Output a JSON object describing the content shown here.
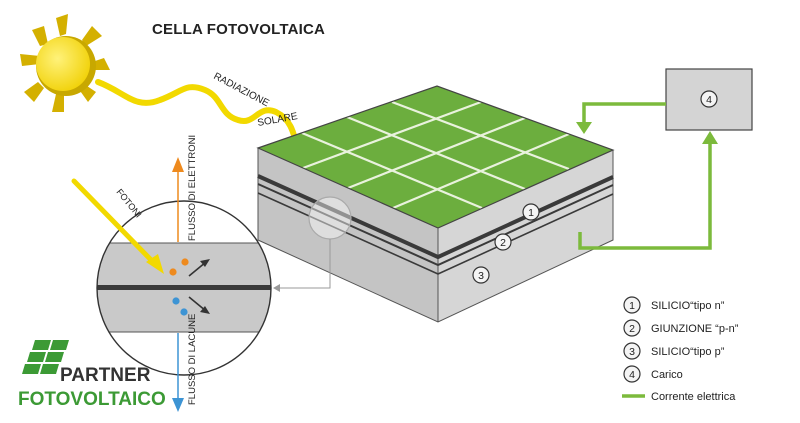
{
  "title": "CELLA FOTOVOLTAICA",
  "radiation_label_1": "RADIAZIONE",
  "radiation_label_2": "SOLARE",
  "photons_label": "FOTONI",
  "electron_flow_label": "FLUSSO DI ELETTRONI",
  "hole_flow_label": "FLUSSO DI LACUNE",
  "markers": [
    "1",
    "2",
    "3",
    "4"
  ],
  "legend": [
    {
      "num": "1",
      "text": "SILICIO“tipo n”"
    },
    {
      "num": "2",
      "text": "GIUNZIONE “p-n”"
    },
    {
      "num": "3",
      "text": "SILICIO“tipo p”"
    },
    {
      "num": "4",
      "text": "Carico"
    },
    {
      "num": "",
      "text": "Corrente elettrica"
    }
  ],
  "logo": {
    "line1": "PARTNER",
    "line2": "FOTOVOLTAICO"
  },
  "colors": {
    "panel_green": "#6cae3e",
    "wire_green": "#7cba3c",
    "sun_yellow": "#f4d900",
    "sun_ray_olive": "#c8a800",
    "gray_side": "#c9c9c9",
    "gray_dark": "#3a3a3a",
    "electron_orange": "#ee8a1e",
    "hole_blue": "#3d94d4",
    "logo_green": "#3c9a35"
  }
}
